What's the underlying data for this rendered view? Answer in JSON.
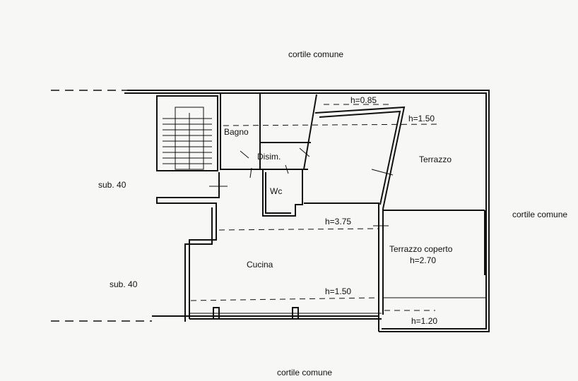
{
  "labels": {
    "top": "cortile comune",
    "right": "cortile comune",
    "bottom": "cortile comune",
    "sub_left_upper": "sub. 40",
    "sub_left_lower": "sub. 40",
    "bagno": "Bagno",
    "disim": "Disim.",
    "wc": "Wc",
    "terrazzo": "Terrazzo",
    "terrazzo_coperto": "Terrazzo coperto",
    "cucina": "Cucina"
  },
  "heights": {
    "h085": "h=0.85",
    "h150_top": "h=1.50",
    "h375": "h=3.75",
    "h270": "h=2.70",
    "h150_bottom": "h=1.50",
    "h120": "h=1.20"
  }
}
